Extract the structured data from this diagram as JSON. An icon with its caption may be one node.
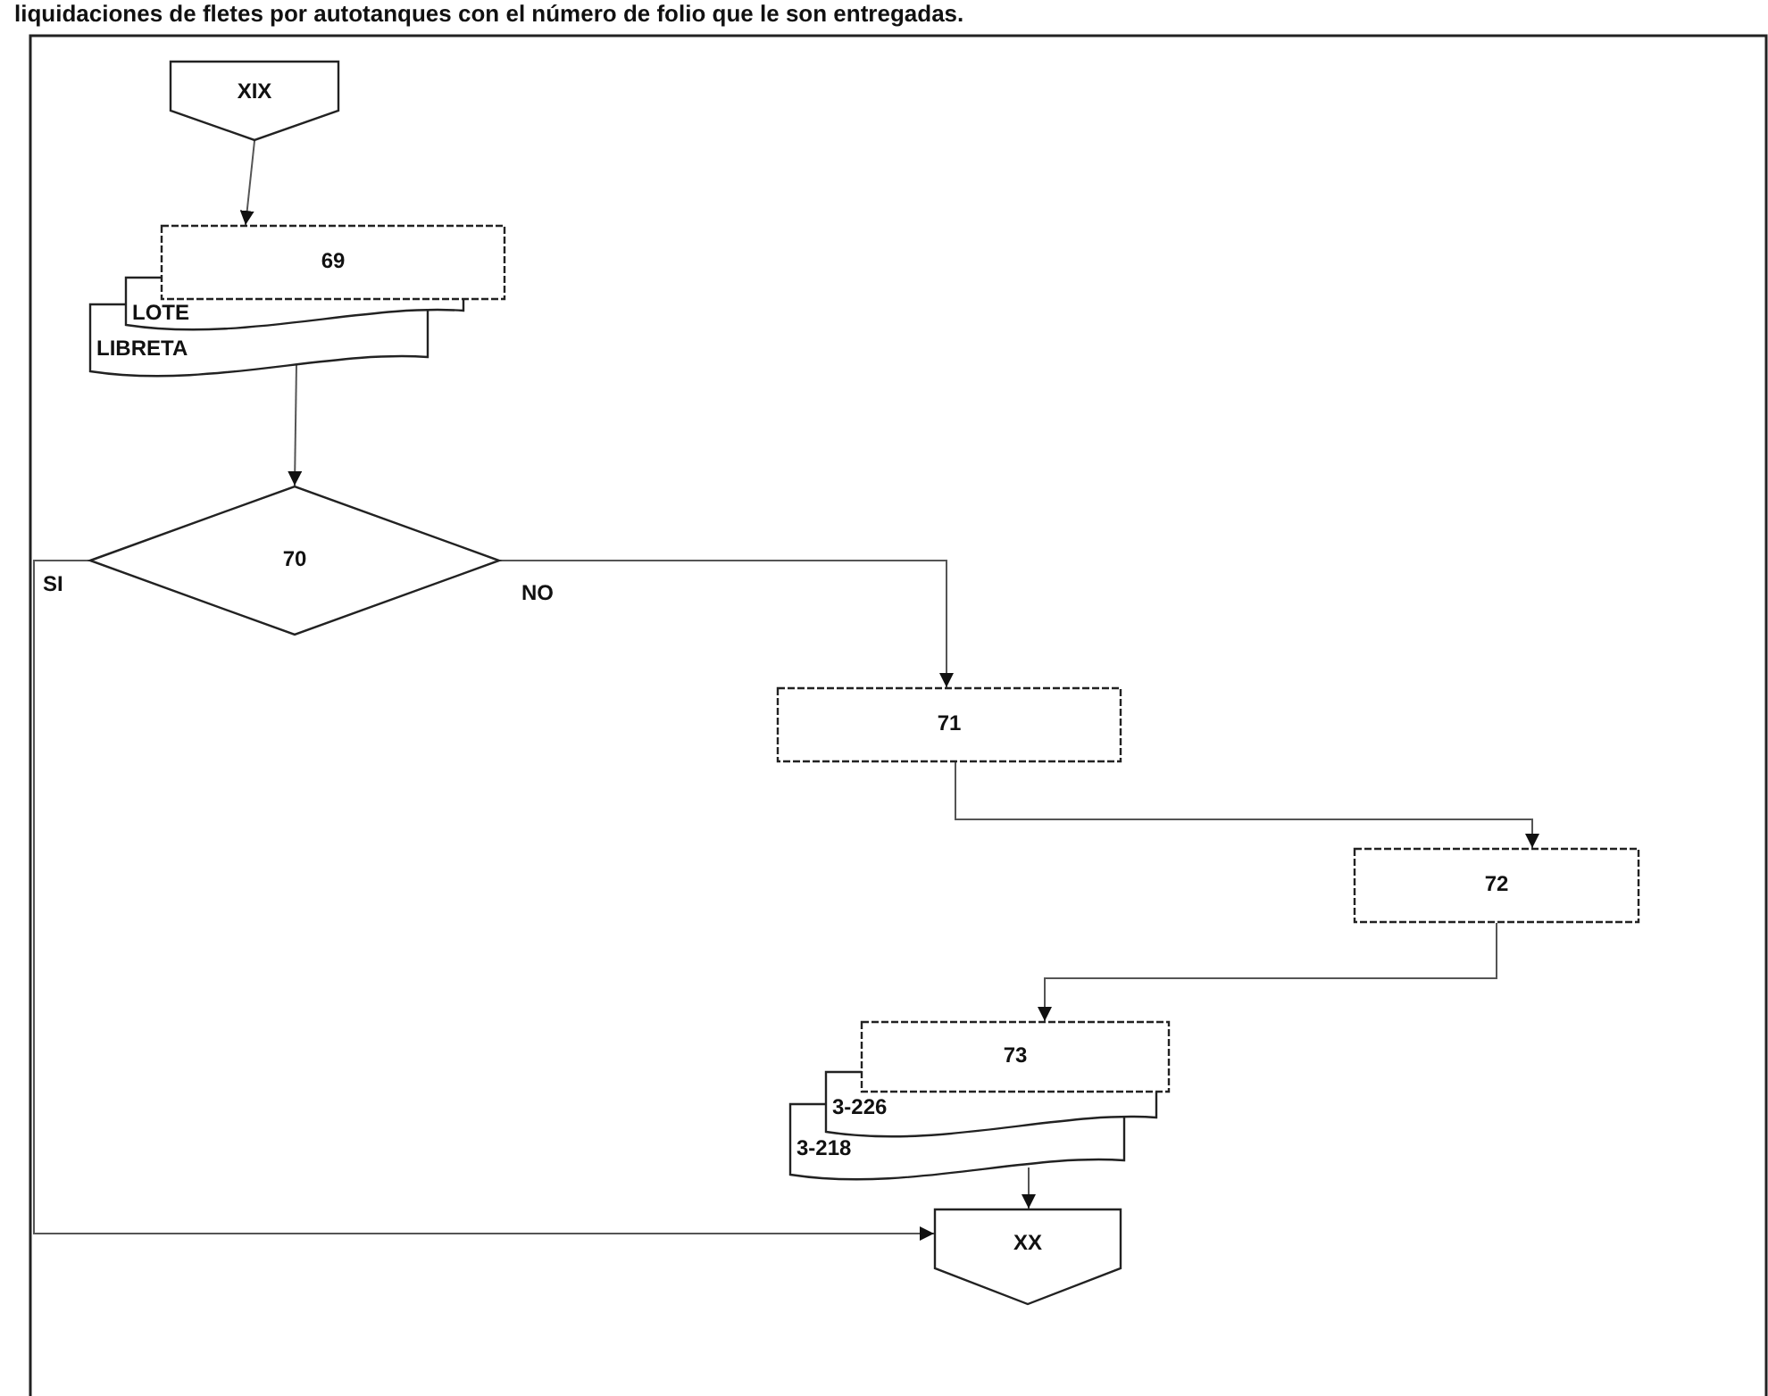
{
  "diagram": {
    "nodes": [
      {
        "text": [
          "XIX"
        ]
      },
      {
        "text": [
          "69"
        ]
      },
      {
        "text": [
          "LOTE"
        ]
      },
      {
        "text": [
          "LIBRETA"
        ]
      },
      {
        "text": [
          "70"
        ]
      },
      {
        "text": [
          "71"
        ]
      },
      {
        "text": [
          "72"
        ]
      },
      {
        "text": [
          "73"
        ]
      },
      {
        "text": [
          "3-226"
        ]
      },
      {
        "text": [
          "3-218"
        ]
      },
      {
        "text": [
          "XX"
        ]
      }
    ],
    "edges": [
      {
        "from": 0,
        "to": 1,
        "arrow": "to"
      },
      {
        "from": 3,
        "to": 4,
        "arrow": "to"
      },
      {
        "from": 4,
        "to": 10,
        "arrow": "to",
        "label": "SI"
      },
      {
        "from": 4,
        "to": 5,
        "arrow": "to",
        "label": "NO"
      },
      {
        "from": 5,
        "to": 6,
        "arrow": "to"
      },
      {
        "from": 6,
        "to": 7,
        "arrow": "to"
      },
      {
        "from": 9,
        "to": 10,
        "arrow": "to"
      }
    ],
    "labels": [
      "liquidaciones de fletes por autotanques con el número de folio que le son entregadas."
    ]
  }
}
